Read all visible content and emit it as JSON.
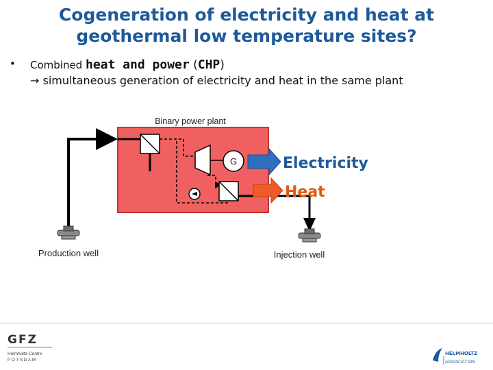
{
  "slide": {
    "title_line1": "Cogeneration of electricity and heat at",
    "title_line2": "geothermal low temperature sites?",
    "bullet": {
      "marker": "•",
      "part1": "Combined ",
      "part2": "heat and power",
      "part3": " (",
      "part4": "CHP",
      "part5": ")",
      "subline": "→ simultaneous generation of electricity and heat in the same plant"
    }
  },
  "diagram": {
    "plant_label": "Binary power plant",
    "generator_label": "G",
    "output_electricity": "Electricity",
    "output_heat": "Heat",
    "production_well_label": "Production well",
    "injection_well_label": "Injection well",
    "colors": {
      "plant_fill": "#f06060",
      "plant_border": "#c83232",
      "electricity_arrow": "#2f6fc0",
      "heat_arrow": "#f05a28",
      "electricity_text": "#1e5a9a",
      "heat_text": "#e05a10"
    }
  },
  "footer": {
    "gfz_logo": "GFZ",
    "gfz_sub1": "Helmholtz-Centre",
    "gfz_sub2": "POTSDAM",
    "helmholtz_logo": "HELMHOLTZ",
    "helmholtz_sub": "ASSOCIATION"
  }
}
